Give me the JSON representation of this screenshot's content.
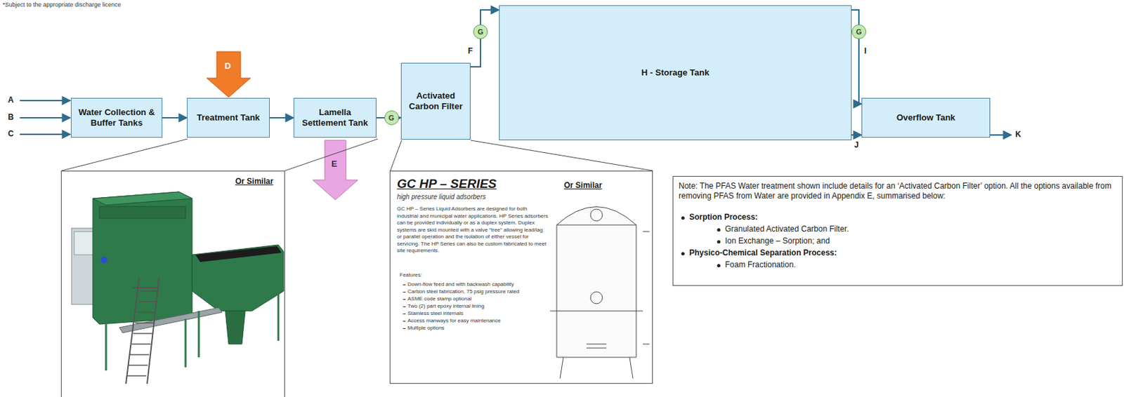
{
  "diagram": {
    "nodes": [
      {
        "text": [
          "Water Collection & Buffer Tanks"
        ]
      },
      {
        "text": [
          "Treatment Tank"
        ]
      },
      {
        "text": [
          "Lamella Settlement Tank"
        ]
      },
      {
        "text": [
          "Activated Carbon Filter"
        ]
      },
      {
        "text": [
          "H - Storage Tank"
        ]
      },
      {
        "text": [
          "Overflow Tank"
        ]
      },
      {
        "text": [
          "Or Similar"
        ]
      },
      {
        "text": [
          "GC HP – SERIES",
          "high pressure liquid adsorbers",
          "Or Similar",
          "GC HP – Series Liquid Adsorbers are designed for both industrial and municipal water applications. HP Series adsorbers can be provided individually or as a duplex system. Duplex systems are skid mounted with a valve \"tree\" allowing lead/lag or parallel operation and the isolation of either vessel for servicing. The HP Series can also be custom fabricated to meet site requirements.",
          "Features:",
          "Down-flow feed and with backwash capability",
          "Carbon steel fabrication, 75 psig pressure rated",
          "ASME code stamp optional",
          "Two (2) part epoxy internal lining",
          "Stainless steel internals",
          "Access manways for easy maintenance",
          "Multiple options"
        ]
      },
      {
        "text": [
          "Note: The PFAS Water treatment shown include details for an ‘Activated Carbon Filter’ option. All the options available from removing PFAS from Water are provided in Appendix E, summarised below:",
          "Sorption Process:",
          "Granulated Activated Carbon Filter.",
          "Ion Exchange – Sorption; and",
          "Physico-Chemical Separation Process:",
          "Foam Fractionation."
        ]
      }
    ],
    "edges": [
      {
        "from": 0,
        "to": 1,
        "arrow": "to"
      },
      {
        "from": 1,
        "to": 2,
        "arrow": "to"
      },
      {
        "from": 2,
        "to": 3,
        "label": "G",
        "arrow": "to"
      },
      {
        "from": 3,
        "to": 4,
        "label": "G",
        "arrow": "to"
      },
      {
        "from": 4,
        "to": 5,
        "label": "G",
        "arrow": "to"
      },
      {
        "from": 4,
        "to": 5,
        "arrow": "to"
      }
    ],
    "labels": [
      "*Subject to the appropriate discharge licence",
      "A",
      "B",
      "C",
      "D",
      "E",
      "F",
      "I",
      "J",
      "K"
    ]
  }
}
